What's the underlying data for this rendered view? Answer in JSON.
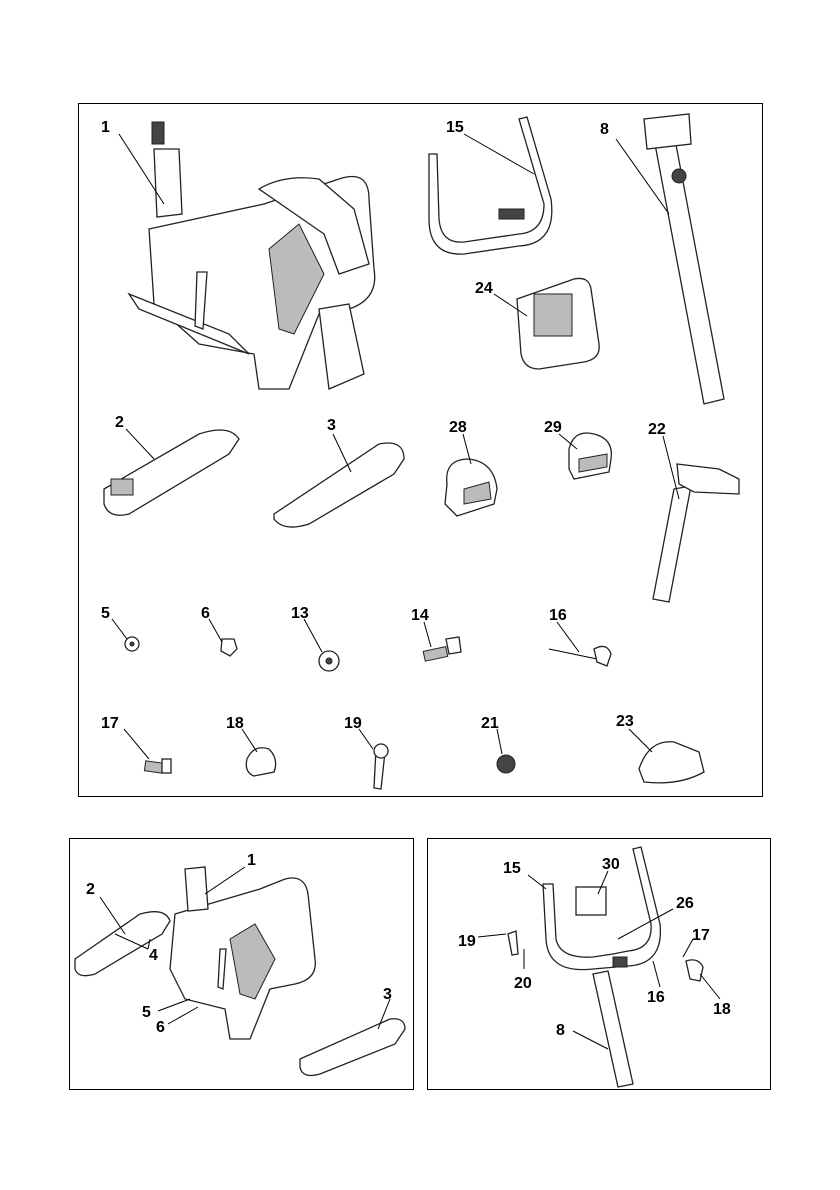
{
  "parts_panel": {
    "callouts": [
      "1",
      "15",
      "8",
      "24",
      "2",
      "3",
      "28",
      "29",
      "22",
      "5",
      "6",
      "13",
      "14",
      "16",
      "17",
      "18",
      "19",
      "21",
      "23"
    ]
  },
  "step_left": {
    "callouts": [
      "1",
      "2",
      "4",
      "5",
      "6",
      "3"
    ]
  },
  "step_right": {
    "callouts": [
      "15",
      "30",
      "26",
      "19",
      "20",
      "17",
      "16",
      "18",
      "8"
    ]
  },
  "icons": {
    "main_frame": "exercise-bike-main-frame-drawing",
    "handlebar": "handlebar-drawing",
    "seat_post": "seat-post-drawing",
    "console": "console-drawing",
    "pedal": "pedal-drawing"
  }
}
